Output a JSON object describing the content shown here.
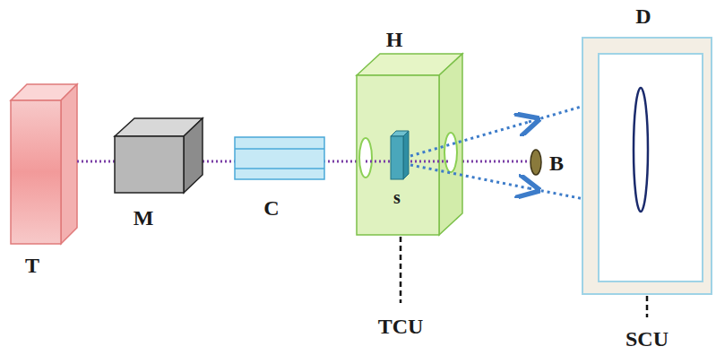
{
  "diagram": {
    "labels": [
      "T",
      "M",
      "C",
      "H",
      "s",
      "B",
      "D",
      "TCU",
      "SCU"
    ]
  }
}
